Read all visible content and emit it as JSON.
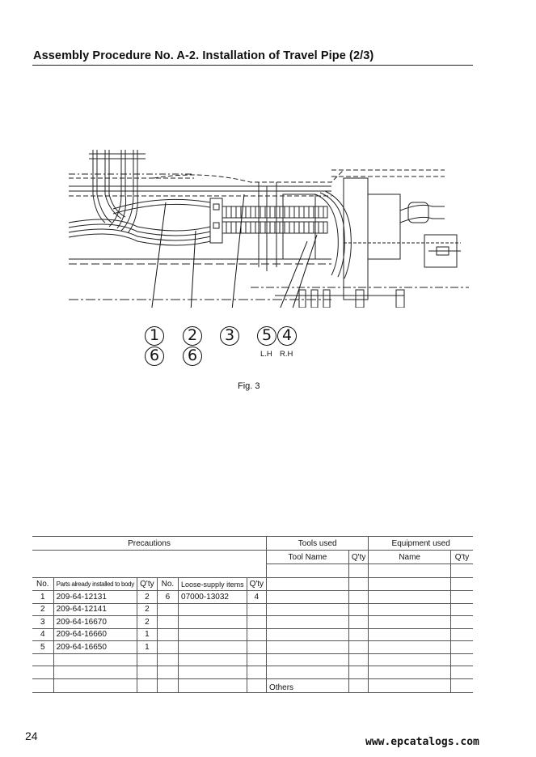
{
  "header": {
    "title": "Assembly Procedure No. A-2. Installation of Travel Pipe (2/3)"
  },
  "figure": {
    "callouts": [
      {
        "number": "1",
        "sub": "6"
      },
      {
        "number": "2",
        "sub": "6"
      },
      {
        "number": "3"
      },
      {
        "number": "5",
        "label": "L.H"
      },
      {
        "number": "4",
        "label": "R.H"
      }
    ],
    "caption": "Fig. 3"
  },
  "table": {
    "precautions_header": "Precautions",
    "tools_header": "Tools used",
    "equipment_header": "Equipment used",
    "tool_name_header": "Tool Name",
    "tool_qty_header": "Q'ty",
    "equip_name_header": "Name",
    "equip_qty_header": "Q'ty",
    "col_no": "No.",
    "col_parts": "Parts already installed to body",
    "col_qty": "Q'ty",
    "col_no2": "No.",
    "col_loose": "Loose-supply items",
    "col_qty2": "Q'ty",
    "rows": [
      {
        "no": "1",
        "part": "209-64-12131",
        "qty": "2",
        "no2": "6",
        "loose": "07000-13032",
        "qty2": "4"
      },
      {
        "no": "2",
        "part": "209-64-12141",
        "qty": "2",
        "no2": "",
        "loose": "",
        "qty2": ""
      },
      {
        "no": "3",
        "part": "209-64-16670",
        "qty": "2",
        "no2": "",
        "loose": "",
        "qty2": ""
      },
      {
        "no": "4",
        "part": "209-64-16660",
        "qty": "1",
        "no2": "",
        "loose": "",
        "qty2": ""
      },
      {
        "no": "5",
        "part": "209-64-16650",
        "qty": "1",
        "no2": "",
        "loose": "",
        "qty2": ""
      }
    ],
    "others_label": "Others"
  },
  "footer": {
    "page_number": "24",
    "website": "www.epcatalogs.com"
  }
}
